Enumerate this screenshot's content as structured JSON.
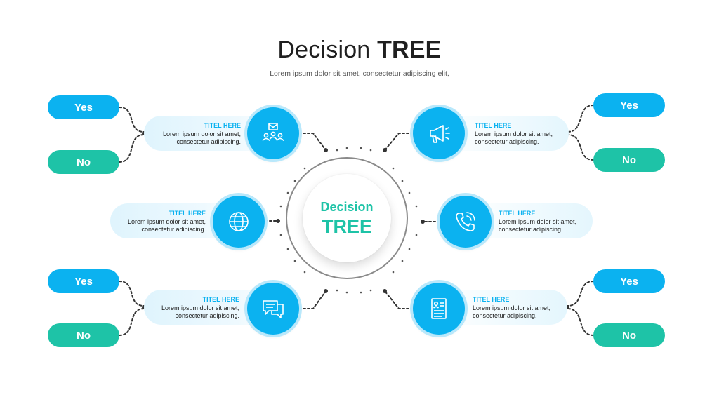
{
  "title": {
    "light": "Decision",
    "bold": "TREE"
  },
  "subtitle": "Lorem ipsum dolor sit amet, consectetur adipiscing elit,",
  "center": {
    "line1": "Decision",
    "line2": "TREE"
  },
  "colors": {
    "yes": "#0bb2f0",
    "no": "#1ec3a7",
    "icon_circle": "#0bb2f0",
    "card_bg": "#e4f6fd",
    "connector": "#333333"
  },
  "nodes": {
    "top_left": {
      "heading": "TITEL HERE",
      "line1": "Lorem ipsum dolor sit amet,",
      "line2": "consectetur adipiscing.",
      "icon": "team-email-icon"
    },
    "mid_left": {
      "heading": "TITEL HERE",
      "line1": "Lorem ipsum dolor sit amet,",
      "line2": "consectetur adipiscing.",
      "icon": "globe-icon"
    },
    "bottom_left": {
      "heading": "TITEL HERE",
      "line1": "Lorem ipsum dolor sit amet,",
      "line2": "consectetur adipiscing.",
      "icon": "chat-bubbles-icon"
    },
    "top_right": {
      "heading": "TITEL HERE",
      "line1": "Lorem ipsum dolor sit amet,",
      "line2": "consectetur adipiscing.",
      "icon": "megaphone-icon"
    },
    "mid_right": {
      "heading": "TITEL HERE",
      "line1": "Lorem ipsum dolor sit amet,",
      "line2": "consectetur adipiscing.",
      "icon": "phone-call-icon"
    },
    "bottom_right": {
      "heading": "TITEL HERE",
      "line1": "Lorem ipsum dolor sit amet,",
      "line2": "consectetur adipiscing.",
      "icon": "resume-document-icon"
    }
  },
  "branches": {
    "top_left": {
      "yes": "Yes",
      "no": "No"
    },
    "bottom_left": {
      "yes": "Yes",
      "no": "No"
    },
    "top_right": {
      "yes": "Yes",
      "no": "No"
    },
    "bottom_right": {
      "yes": "Yes",
      "no": "No"
    }
  }
}
